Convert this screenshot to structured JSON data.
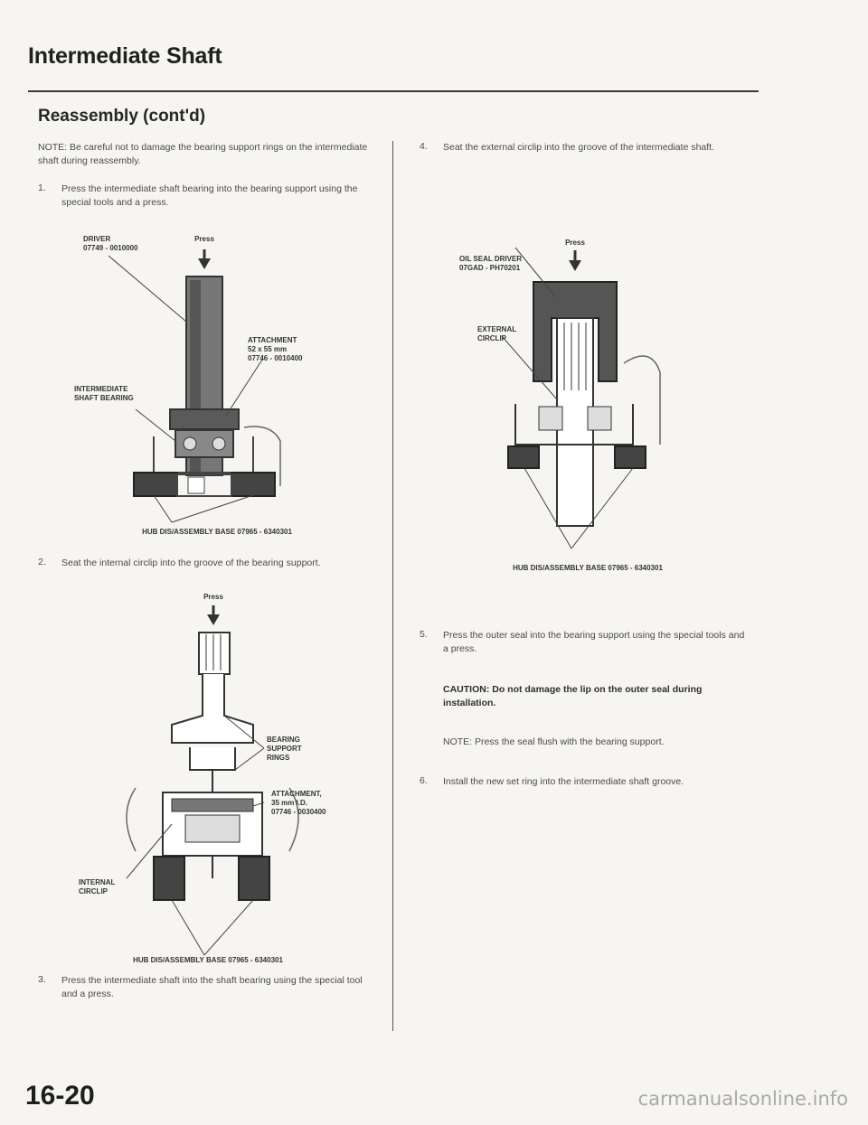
{
  "header": {
    "title": "Intermediate Shaft",
    "section": "Reassembly (cont'd)"
  },
  "note": "NOTE: Be careful not to damage the bearing support rings on the intermediate shaft during reassembly.",
  "steps": [
    {
      "num": "1.",
      "text": "Press the intermediate shaft bearing into the bearing support using the special tools and a press."
    },
    {
      "num": "2.",
      "text": "Seat the internal circlip into the groove of the bearing support."
    },
    {
      "num": "3.",
      "text": "Press the intermediate shaft into the shaft bearing using the special tool and a press."
    },
    {
      "num": "4.",
      "text": "Seat the external circlip into the groove of the intermediate shaft."
    },
    {
      "num": "5.",
      "text": "Press the outer seal into the bearing support using the special tools and a press."
    },
    {
      "num": "6.",
      "text": "Install the new set ring into the intermediate shaft groove."
    }
  ],
  "step5_caution": "CAUTION: Do not damage the lip on the outer seal during installation.",
  "step5_note": "NOTE: Press the seal flush with the bearing support.",
  "figure1": {
    "press": "Press",
    "driver": "DRIVER\n07749 - 0010000",
    "attachment": "ATTACHMENT\n52 x 55 mm\n07746 - 0010400",
    "bearing": "INTERMEDIATE\nSHAFT BEARING",
    "base": "HUB DIS/ASSEMBLY BASE\n07965 - 6340301"
  },
  "figure2": {
    "press": "Press",
    "rings": "BEARING\nSUPPORT\nRINGS",
    "attachment": "ATTACHMENT,\n35 mm I.D.\n07746 - 0030400",
    "circlip": "INTERNAL\nCIRCLIP",
    "base": "HUB DIS/ASSEMBLY BASE\n07965 - 6340301"
  },
  "figure3": {
    "press": "Press",
    "driver": "OIL SEAL DRIVER\n07GAD - PH70201",
    "circlip": "EXTERNAL\nCIRCLIP",
    "base": "HUB DIS/ASSEMBLY BASE\n07965 - 6340301"
  },
  "footer": {
    "page_number": "16-20",
    "watermark": "carmanualsonline.info"
  }
}
